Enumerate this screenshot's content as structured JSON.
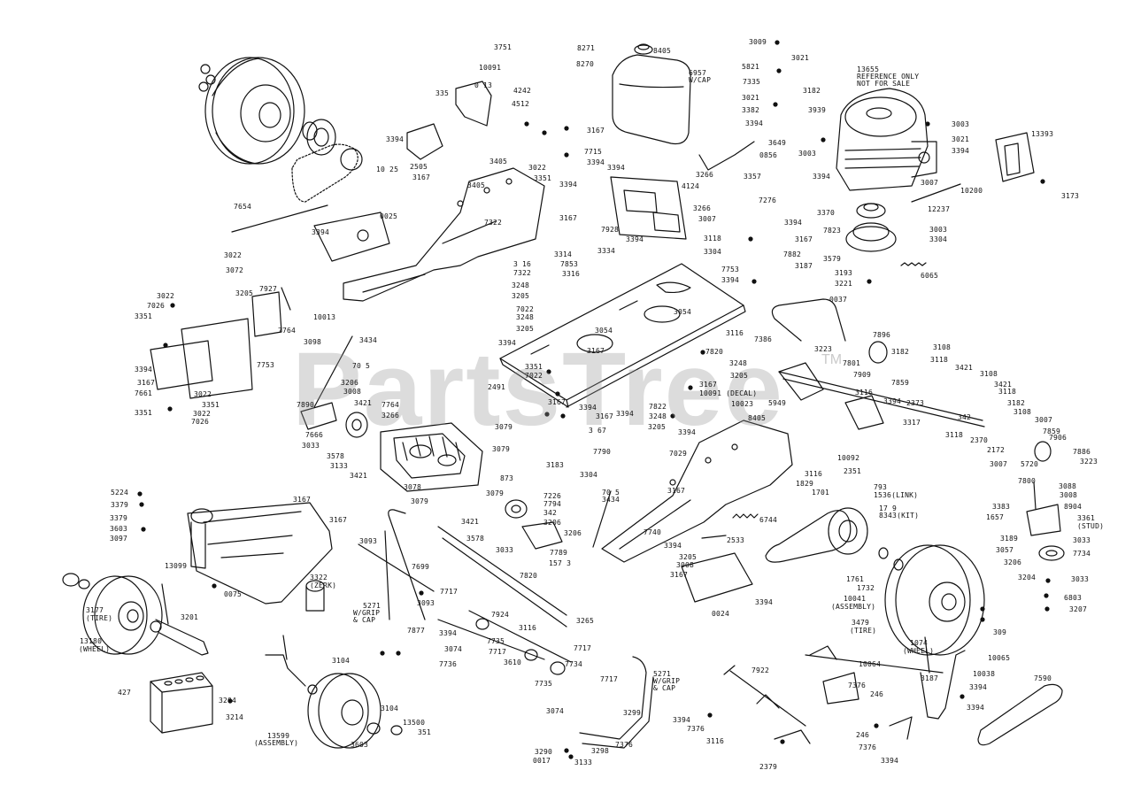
{
  "watermark": "PartsTree",
  "trademark": "TM",
  "colors": {
    "ink": "#111111",
    "paper": "#ffffff",
    "watermark": "#969696"
  },
  "callouts": [
    {
      "id": "c1",
      "text": "3751"
    },
    {
      "id": "c2",
      "text": "10091"
    },
    {
      "id": "c3",
      "text": "4242"
    },
    {
      "id": "c4",
      "text": "4512"
    },
    {
      "id": "c5",
      "text": "335"
    },
    {
      "id": "c6",
      "text": "8271"
    },
    {
      "id": "c7",
      "text": "8270"
    },
    {
      "id": "c8",
      "text": "8405"
    },
    {
      "id": "c9",
      "text": "6957"
    },
    {
      "id": "c10",
      "text": "W/CAP"
    },
    {
      "id": "c11",
      "text": "3167"
    },
    {
      "id": "c12",
      "text": "7715"
    },
    {
      "id": "c13",
      "text": "3394"
    },
    {
      "id": "c14",
      "text": "0856"
    },
    {
      "id": "c15",
      "text": "3649"
    },
    {
      "id": "c16",
      "text": "3009"
    },
    {
      "id": "c17",
      "text": "3021"
    },
    {
      "id": "c18",
      "text": "5821"
    },
    {
      "id": "c19",
      "text": "7335"
    },
    {
      "id": "c20",
      "text": "3182"
    },
    {
      "id": "c21",
      "text": "3021"
    },
    {
      "id": "c22",
      "text": "3939"
    },
    {
      "id": "c23",
      "text": "3382"
    },
    {
      "id": "c24",
      "text": "3394"
    },
    {
      "id": "c25",
      "text": "13655"
    },
    {
      "id": "c26",
      "text": "REFERENCE ONLY"
    },
    {
      "id": "c27",
      "text": "NOT FOR SALE"
    },
    {
      "id": "c28",
      "text": "3003"
    },
    {
      "id": "c29",
      "text": "3021"
    },
    {
      "id": "c30",
      "text": "3394"
    },
    {
      "id": "c31",
      "text": "3003"
    },
    {
      "id": "c32",
      "text": "13393"
    },
    {
      "id": "c33",
      "text": "3173"
    },
    {
      "id": "c34",
      "text": "3394"
    },
    {
      "id": "c35",
      "text": "3007"
    },
    {
      "id": "c36",
      "text": "10200"
    },
    {
      "id": "c37",
      "text": "12237"
    },
    {
      "id": "c38",
      "text": "3003"
    },
    {
      "id": "c39",
      "text": "3304"
    },
    {
      "id": "c40",
      "text": "7823"
    },
    {
      "id": "c41",
      "text": "3579"
    },
    {
      "id": "c42",
      "text": "3193"
    },
    {
      "id": "c43",
      "text": "3221"
    },
    {
      "id": "c44",
      "text": "6065"
    },
    {
      "id": "c45",
      "text": "3370"
    },
    {
      "id": "c46",
      "text": "3266"
    },
    {
      "id": "c47",
      "text": "3357"
    },
    {
      "id": "c48",
      "text": "4124"
    },
    {
      "id": "c49",
      "text": "3266"
    },
    {
      "id": "c50",
      "text": "3007"
    },
    {
      "id": "c51",
      "text": "7276"
    },
    {
      "id": "c52",
      "text": "3394"
    },
    {
      "id": "c53",
      "text": "3118"
    },
    {
      "id": "c54",
      "text": "3167"
    },
    {
      "id": "c55",
      "text": "3304"
    },
    {
      "id": "c56",
      "text": "7882"
    },
    {
      "id": "c57",
      "text": "7753"
    },
    {
      "id": "c58",
      "text": "3187"
    },
    {
      "id": "c59",
      "text": "3394"
    },
    {
      "id": "c60",
      "text": "3394"
    },
    {
      "id": "c61",
      "text": "3405"
    },
    {
      "id": "c62",
      "text": "3022"
    },
    {
      "id": "c63",
      "text": "3351"
    },
    {
      "id": "c64",
      "text": "3394"
    },
    {
      "id": "c65",
      "text": "3167"
    },
    {
      "id": "c66",
      "text": "7322"
    },
    {
      "id": "c67",
      "text": "3405"
    },
    {
      "id": "c68",
      "text": "7928"
    },
    {
      "id": "c69",
      "text": "3334"
    },
    {
      "id": "c70",
      "text": "3394"
    },
    {
      "id": "c71",
      "text": "3314"
    },
    {
      "id": "c72",
      "text": "7853"
    },
    {
      "id": "c73",
      "text": "3316"
    },
    {
      "id": "c74",
      "text": "3 16"
    },
    {
      "id": "c75",
      "text": "7322"
    },
    {
      "id": "c76",
      "text": "3248"
    },
    {
      "id": "c77",
      "text": "3205"
    },
    {
      "id": "c78",
      "text": "7022"
    },
    {
      "id": "c79",
      "text": "3248"
    },
    {
      "id": "c80",
      "text": "3205"
    },
    {
      "id": "c81",
      "text": "3054"
    },
    {
      "id": "c82",
      "text": "3394"
    },
    {
      "id": "c83",
      "text": "3054"
    },
    {
      "id": "c84",
      "text": "3167"
    },
    {
      "id": "c85",
      "text": "3351"
    },
    {
      "id": "c86",
      "text": "7022"
    },
    {
      "id": "c87",
      "text": "3116"
    },
    {
      "id": "c88",
      "text": "7820"
    },
    {
      "id": "c89",
      "text": "3248"
    },
    {
      "id": "c90",
      "text": "3205"
    },
    {
      "id": "c91",
      "text": "2491"
    },
    {
      "id": "c92",
      "text": "3167"
    },
    {
      "id": "c93",
      "text": "3167"
    },
    {
      "id": "c94",
      "text": "3167"
    },
    {
      "id": "c95",
      "text": "10091 (DECAL)"
    },
    {
      "id": "c96",
      "text": "10023"
    },
    {
      "id": "c97",
      "text": "7822"
    },
    {
      "id": "c98",
      "text": "3248"
    },
    {
      "id": "c99",
      "text": "3205"
    },
    {
      "id": "c100",
      "text": "3394"
    },
    {
      "id": "c101",
      "text": "3 67"
    },
    {
      "id": "c102",
      "text": "3183"
    },
    {
      "id": "c103",
      "text": "3304"
    },
    {
      "id": "c104",
      "text": "7790"
    },
    {
      "id": "c105",
      "text": "3394"
    },
    {
      "id": "c106",
      "text": "3394"
    },
    {
      "id": "c107",
      "text": "2505"
    },
    {
      "id": "c108",
      "text": "7654"
    },
    {
      "id": "c109",
      "text": "3394"
    },
    {
      "id": "c110",
      "text": "3022"
    },
    {
      "id": "c111",
      "text": "3072"
    },
    {
      "id": "c112",
      "text": "0025"
    },
    {
      "id": "c113",
      "text": "10013"
    },
    {
      "id": "c114",
      "text": "10 25"
    },
    {
      "id": "c115",
      "text": "3167"
    },
    {
      "id": "c116",
      "text": "0 13"
    },
    {
      "id": "c117",
      "text": "3394"
    },
    {
      "id": "c118",
      "text": "3022"
    },
    {
      "id": "c119",
      "text": "7026"
    },
    {
      "id": "c120",
      "text": "3351"
    },
    {
      "id": "c121",
      "text": "3205"
    },
    {
      "id": "c122",
      "text": "7927"
    },
    {
      "id": "c123",
      "text": "7764"
    },
    {
      "id": "c124",
      "text": "3098"
    },
    {
      "id": "c125",
      "text": "3434"
    },
    {
      "id": "c126",
      "text": "7753"
    },
    {
      "id": "c127",
      "text": "3394"
    },
    {
      "id": "c128",
      "text": "3167"
    },
    {
      "id": "c129",
      "text": "7661"
    },
    {
      "id": "c130",
      "text": "3022"
    },
    {
      "id": "c131",
      "text": "3351"
    },
    {
      "id": "c132",
      "text": "3351"
    },
    {
      "id": "c133",
      "text": "3022"
    },
    {
      "id": "c134",
      "text": "7026"
    },
    {
      "id": "c135",
      "text": "70 5"
    },
    {
      "id": "c136",
      "text": "3206"
    },
    {
      "id": "c137",
      "text": "3008"
    },
    {
      "id": "c138",
      "text": "3421"
    },
    {
      "id": "c139",
      "text": "7890"
    },
    {
      "id": "c140",
      "text": "7764"
    },
    {
      "id": "c141",
      "text": "3266"
    },
    {
      "id": "c142",
      "text": "7666"
    },
    {
      "id": "c143",
      "text": "3033"
    },
    {
      "id": "c144",
      "text": "3578"
    },
    {
      "id": "c145",
      "text": "3133"
    },
    {
      "id": "c146",
      "text": "3421"
    },
    {
      "id": "c147",
      "text": "3079"
    },
    {
      "id": "c148",
      "text": "3079"
    },
    {
      "id": "c149",
      "text": "3078"
    },
    {
      "id": "c150",
      "text": "3079"
    },
    {
      "id": "c151",
      "text": "873"
    },
    {
      "id": "c152",
      "text": "3079"
    },
    {
      "id": "c153",
      "text": "5224"
    },
    {
      "id": "c154",
      "text": "3379"
    },
    {
      "id": "c155",
      "text": "3379"
    },
    {
      "id": "c156",
      "text": "3603"
    },
    {
      "id": "c157",
      "text": "3097"
    },
    {
      "id": "c158",
      "text": "3167"
    },
    {
      "id": "c159",
      "text": "3167"
    },
    {
      "id": "c160",
      "text": "13099"
    },
    {
      "id": "c161",
      "text": "3322"
    },
    {
      "id": "c162",
      "text": "(ZERK)"
    },
    {
      "id": "c163",
      "text": "0075"
    },
    {
      "id": "c164",
      "text": "3177"
    },
    {
      "id": "c165",
      "text": "(TIRE)"
    },
    {
      "id": "c166",
      "text": "13180"
    },
    {
      "id": "c167",
      "text": "(WHEEL)"
    },
    {
      "id": "c168",
      "text": "3201"
    },
    {
      "id": "c169",
      "text": "3093"
    },
    {
      "id": "c170",
      "text": "7699"
    },
    {
      "id": "c171",
      "text": "5271"
    },
    {
      "id": "c172",
      "text": "W/GRIP"
    },
    {
      "id": "c173",
      "text": "& CAP"
    },
    {
      "id": "c174",
      "text": "3093"
    },
    {
      "id": "c175",
      "text": "7717"
    },
    {
      "id": "c176",
      "text": "7820"
    },
    {
      "id": "c177",
      "text": "7226"
    },
    {
      "id": "c178",
      "text": "7794"
    },
    {
      "id": "c179",
      "text": "342"
    },
    {
      "id": "c180",
      "text": "3421"
    },
    {
      "id": "c181",
      "text": "3578"
    },
    {
      "id": "c182",
      "text": "3033"
    },
    {
      "id": "c183",
      "text": "3206"
    },
    {
      "id": "c184",
      "text": "3206"
    },
    {
      "id": "c185",
      "text": "7789"
    },
    {
      "id": "c186",
      "text": "157 3"
    },
    {
      "id": "c187",
      "text": "3434"
    },
    {
      "id": "c188",
      "text": "70 5"
    },
    {
      "id": "c189",
      "text": "3167"
    },
    {
      "id": "c190",
      "text": "7740"
    },
    {
      "id": "c191",
      "text": "3394"
    },
    {
      "id": "c192",
      "text": "3205"
    },
    {
      "id": "c193",
      "text": "3008"
    },
    {
      "id": "c194",
      "text": "3167"
    },
    {
      "id": "c195",
      "text": "2533"
    },
    {
      "id": "c196",
      "text": "0024"
    },
    {
      "id": "c197",
      "text": "3394"
    },
    {
      "id": "c198",
      "text": "3265"
    },
    {
      "id": "c199",
      "text": "7877"
    },
    {
      "id": "c200",
      "text": "7924"
    },
    {
      "id": "c201",
      "text": "7735"
    },
    {
      "id": "c202",
      "text": "7717"
    },
    {
      "id": "c203",
      "text": "3116"
    },
    {
      "id": "c204",
      "text": "3394"
    },
    {
      "id": "c205",
      "text": "3074"
    },
    {
      "id": "c206",
      "text": "7736"
    },
    {
      "id": "c207",
      "text": "3610"
    },
    {
      "id": "c208",
      "text": "7734"
    },
    {
      "id": "c209",
      "text": "7735"
    },
    {
      "id": "c210",
      "text": "7717"
    },
    {
      "id": "c211",
      "text": "7717"
    },
    {
      "id": "c212",
      "text": "5271"
    },
    {
      "id": "c213",
      "text": "W/GRIP"
    },
    {
      "id": "c214",
      "text": "& CAP"
    },
    {
      "id": "c215",
      "text": "3074"
    },
    {
      "id": "c216",
      "text": "3299"
    },
    {
      "id": "c217",
      "text": "3298"
    },
    {
      "id": "c218",
      "text": "7376"
    },
    {
      "id": "c219",
      "text": "3290"
    },
    {
      "id": "c220",
      "text": "0017"
    },
    {
      "id": "c221",
      "text": "3133"
    },
    {
      "id": "c222",
      "text": "427"
    },
    {
      "id": "c223",
      "text": "3204"
    },
    {
      "id": "c224",
      "text": "3214"
    },
    {
      "id": "c225",
      "text": "3104"
    },
    {
      "id": "c226",
      "text": "3104"
    },
    {
      "id": "c227",
      "text": "13599"
    },
    {
      "id": "c228",
      "text": "(ASSEMBLY)"
    },
    {
      "id": "c229",
      "text": "3603"
    },
    {
      "id": "c230",
      "text": "13500"
    },
    {
      "id": "c231",
      "text": "351"
    },
    {
      "id": "c232",
      "text": "7922"
    },
    {
      "id": "c233",
      "text": "3394"
    },
    {
      "id": "c234",
      "text": "7376"
    },
    {
      "id": "c235",
      "text": "3116"
    },
    {
      "id": "c236",
      "text": "2379"
    },
    {
      "id": "c237",
      "text": "10064"
    },
    {
      "id": "c238",
      "text": "7376"
    },
    {
      "id": "c239",
      "text": "246"
    },
    {
      "id": "c240",
      "text": "246"
    },
    {
      "id": "c241",
      "text": "7376"
    },
    {
      "id": "c242",
      "text": "3394"
    },
    {
      "id": "c243",
      "text": "3187"
    },
    {
      "id": "c244",
      "text": "10038"
    },
    {
      "id": "c245",
      "text": "10065"
    },
    {
      "id": "c246",
      "text": "3394"
    },
    {
      "id": "c247",
      "text": "7590"
    },
    {
      "id": "c248",
      "text": "0037"
    },
    {
      "id": "c249",
      "text": "7386"
    },
    {
      "id": "c250",
      "text": "3223"
    },
    {
      "id": "c251",
      "text": "7896"
    },
    {
      "id": "c252",
      "text": "7801"
    },
    {
      "id": "c253",
      "text": "7909"
    },
    {
      "id": "c254",
      "text": "3182"
    },
    {
      "id": "c255",
      "text": "3108"
    },
    {
      "id": "c256",
      "text": "3118"
    },
    {
      "id": "c257",
      "text": "3421"
    },
    {
      "id": "c258",
      "text": "7859"
    },
    {
      "id": "c259",
      "text": "2373"
    },
    {
      "id": "c260",
      "text": "3116"
    },
    {
      "id": "c261",
      "text": "5949"
    },
    {
      "id": "c262",
      "text": "3394"
    },
    {
      "id": "c263",
      "text": "3317"
    },
    {
      "id": "c264",
      "text": "3108"
    },
    {
      "id": "c265",
      "text": "3421"
    },
    {
      "id": "c266",
      "text": "3118"
    },
    {
      "id": "c267",
      "text": "3182"
    },
    {
      "id": "c268",
      "text": "3108"
    },
    {
      "id": "c269",
      "text": "3007"
    },
    {
      "id": "c270",
      "text": "7859"
    },
    {
      "id": "c271",
      "text": "7906"
    },
    {
      "id": "c272",
      "text": "7886"
    },
    {
      "id": "c273",
      "text": "3223"
    },
    {
      "id": "c274",
      "text": "342"
    },
    {
      "id": "c275",
      "text": "3118"
    },
    {
      "id": "c276",
      "text": "2370"
    },
    {
      "id": "c277",
      "text": "2172"
    },
    {
      "id": "c278",
      "text": "3007"
    },
    {
      "id": "c279",
      "text": "5720"
    },
    {
      "id": "c280",
      "text": "8405"
    },
    {
      "id": "c281",
      "text": "10092"
    },
    {
      "id": "c282",
      "text": "7029"
    },
    {
      "id": "c283",
      "text": "2351"
    },
    {
      "id": "c284",
      "text": "3116"
    },
    {
      "id": "c285",
      "text": "1829"
    },
    {
      "id": "c286",
      "text": "1701"
    },
    {
      "id": "c287",
      "text": "793"
    },
    {
      "id": "c288",
      "text": "1536(LINK)"
    },
    {
      "id": "c289",
      "text": "17 9"
    },
    {
      "id": "c290",
      "text": "8343(KIT)"
    },
    {
      "id": "c291",
      "text": "6744"
    },
    {
      "id": "c292",
      "text": "7800"
    },
    {
      "id": "c293",
      "text": "3088"
    },
    {
      "id": "c294",
      "text": "3008"
    },
    {
      "id": "c295",
      "text": "3383"
    },
    {
      "id": "c296",
      "text": "8904"
    },
    {
      "id": "c297",
      "text": "1657"
    },
    {
      "id": "c298",
      "text": "3361"
    },
    {
      "id": "c299",
      "text": "(STUD)"
    },
    {
      "id": "c300",
      "text": "3189"
    },
    {
      "id": "c301",
      "text": "3033"
    },
    {
      "id": "c302",
      "text": "3057"
    },
    {
      "id": "c303",
      "text": "7734"
    },
    {
      "id": "c304",
      "text": "3206"
    },
    {
      "id": "c305",
      "text": "3033"
    },
    {
      "id": "c306",
      "text": "3204"
    },
    {
      "id": "c307",
      "text": "6803"
    },
    {
      "id": "c308",
      "text": "3207"
    },
    {
      "id": "c309",
      "text": "1761"
    },
    {
      "id": "c310",
      "text": "1732"
    },
    {
      "id": "c311",
      "text": "10041"
    },
    {
      "id": "c312",
      "text": "(ASSEMBLY)"
    },
    {
      "id": "c313",
      "text": "3479"
    },
    {
      "id": "c314",
      "text": "(TIRE)"
    },
    {
      "id": "c315",
      "text": "1074"
    },
    {
      "id": "c316",
      "text": "(WHEEL)"
    },
    {
      "id": "c317",
      "text": "309"
    },
    {
      "id": "c318",
      "text": "3394"
    },
    {
      "id": "c319",
      "text": "3394"
    }
  ]
}
